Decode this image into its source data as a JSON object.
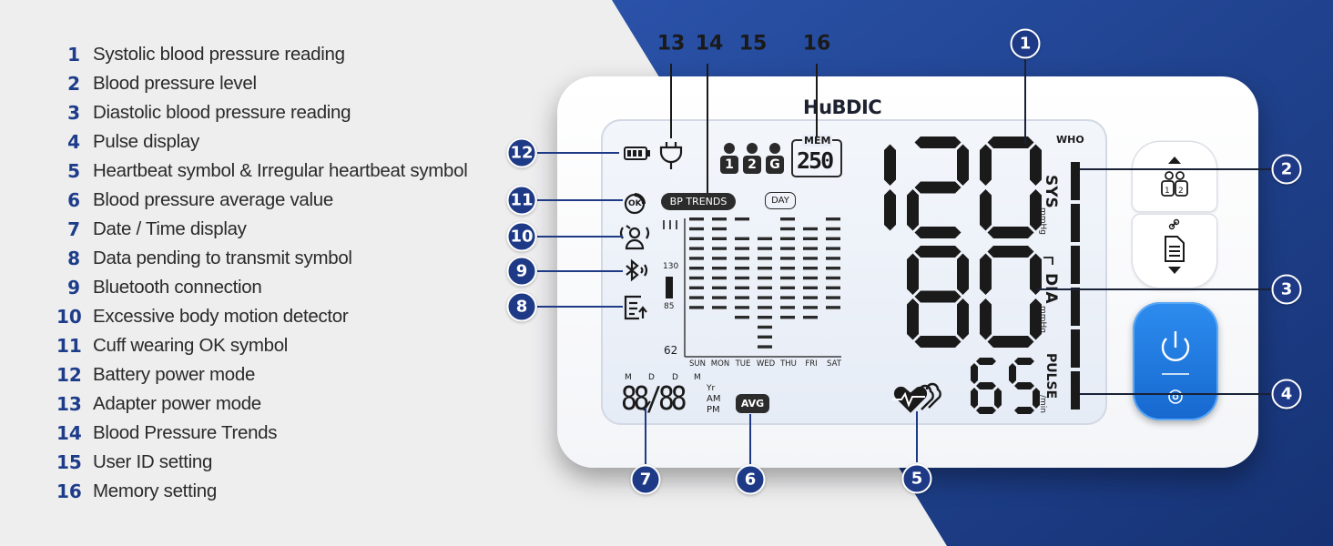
{
  "legend": [
    {
      "num": "1",
      "text": "Systolic blood pressure reading"
    },
    {
      "num": "2",
      "text": "Blood pressure level"
    },
    {
      "num": "3",
      "text": "Diastolic blood pressure reading"
    },
    {
      "num": "4",
      "text": "Pulse display"
    },
    {
      "num": "5",
      "text": "Heartbeat symbol & Irregular heartbeat symbol"
    },
    {
      "num": "6",
      "text": "Blood pressure average value"
    },
    {
      "num": "7",
      "text": "Date / Time display"
    },
    {
      "num": "8",
      "text": "Data pending to transmit symbol"
    },
    {
      "num": "9",
      "text": "Bluetooth connection"
    },
    {
      "num": "10",
      "text": "Excessive body motion detector"
    },
    {
      "num": "11",
      "text": "Cuff wearing OK symbol"
    },
    {
      "num": "12",
      "text": "Battery power mode"
    },
    {
      "num": "13",
      "text": "Adapter power mode"
    },
    {
      "num": "14",
      "text": "Blood Pressure Trends"
    },
    {
      "num": "15",
      "text": "User ID setting"
    },
    {
      "num": "16",
      "text": "Memory setting"
    }
  ],
  "device": {
    "brand": "HuBDIC",
    "who_label": "WHO",
    "sys_label": "SYS",
    "dia_label": "DIA",
    "pulse_label": "PULSE",
    "mmhg": "mmHg",
    "per_min": "/min",
    "sys_value": "120",
    "dia_value": "80",
    "pulse_value": "65",
    "mem_label": "MEM",
    "mem_value": "250",
    "user_ids": [
      "1",
      "2",
      "G"
    ],
    "bp_trends_label": "BP TRENDS",
    "day_label": "DAY",
    "trend_scale": [
      "130",
      "85",
      "62"
    ],
    "weekdays": [
      "SUN",
      "MON",
      "TUE",
      "WED",
      "THU",
      "FRI",
      "SAT"
    ],
    "date_letters": [
      "M",
      "D",
      "D",
      "M"
    ],
    "date_digits": "88/88",
    "yr_label": "Yr",
    "am_label": "AM",
    "pm_label": "PM",
    "avg_label": "AVG",
    "ok_label": "OK"
  },
  "colors": {
    "navy": "#1e3a86",
    "power_blue": "#1f78e0",
    "right_bg": "#1b3c8c"
  }
}
